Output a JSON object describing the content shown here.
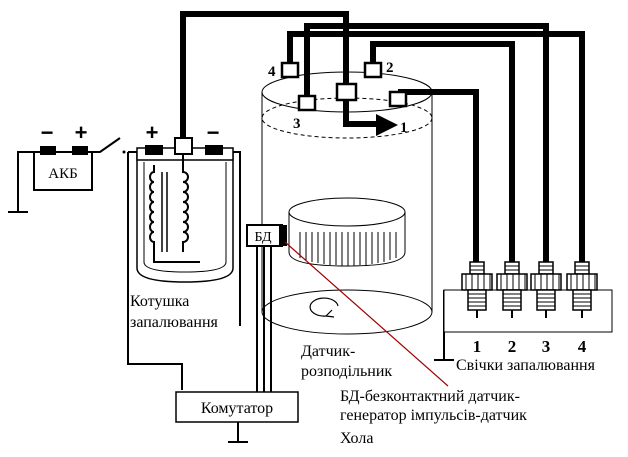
{
  "battery": {
    "label": "АКБ",
    "minus": "−",
    "plus": "+"
  },
  "coil": {
    "minus": "−",
    "plus": "+",
    "label_line1": "Котушка",
    "label_line2": "запалювання"
  },
  "sensor": {
    "label": "БД"
  },
  "distributor": {
    "label_line1": "Датчик-",
    "label_line2": "розподільник",
    "terminals": [
      "1",
      "2",
      "3",
      "4"
    ]
  },
  "commutator": {
    "label": "Комутатор"
  },
  "plugs": {
    "numbers": [
      "1",
      "2",
      "3",
      "4"
    ],
    "label": "Свічки запалювання"
  },
  "note": {
    "line1": "БД-безконтактний датчик-",
    "line2": "генератор імпульсів-датчик",
    "line3": "Хола"
  },
  "colors": {
    "wire": "#000000",
    "pointer": "#a00000"
  }
}
